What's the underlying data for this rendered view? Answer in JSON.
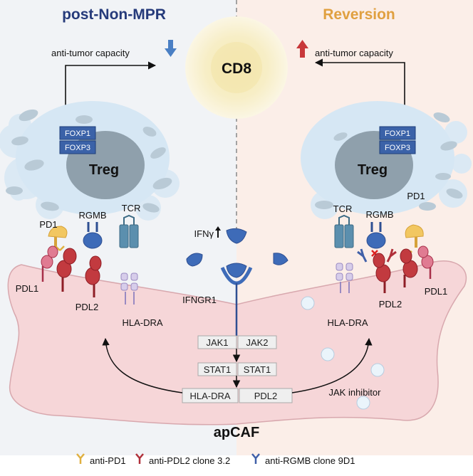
{
  "left_panel": {
    "title": "post-Non-MPR",
    "capacity_label": "anti-tumor capacity",
    "treg_label": "Treg",
    "foxp1": "FOXP1",
    "foxp3": "FOXP3",
    "pd1": "PD1",
    "rgmb": "RGMB",
    "tcr": "TCR",
    "pdl1": "PDL1",
    "pdl2": "PDL2",
    "hla_dra": "HLA-DRA"
  },
  "right_panel": {
    "title": "Reversion",
    "capacity_label": "anti-tumor capacity",
    "treg_label": "Treg",
    "foxp1": "FOXP1",
    "foxp3": "FOXP3",
    "pd1": "PD1",
    "rgmb": "RGMB",
    "tcr": "TCR",
    "pdl1": "PDL1",
    "pdl2": "PDL2",
    "hla_dra": "HLA-DRA",
    "inhibitor": "JAK inhibitor"
  },
  "center": {
    "cd8": "CD8",
    "ifng": "IFNγ",
    "ifngr1": "IFNGR1",
    "jak1": "JAK1",
    "jak2": "JAK2",
    "stat1_a": "STAT1",
    "stat1_b": "STAT1",
    "out_hla": "HLA-DRA",
    "out_pdl2": "PDL2",
    "apcaf": "apCAF"
  },
  "legend": [
    {
      "label": "anti-PD1",
      "color": "#e0b040"
    },
    {
      "label": "anti-PDL2 clone 3.2",
      "color": "#b0303a"
    },
    {
      "label": "anti-RGMB clone 9D1",
      "color": "#4060a8"
    }
  ],
  "colors": {
    "left_title": "#253a7a",
    "right_title": "#e0a040",
    "left_bg": "#f1f3f6",
    "right_bg": "#fbeee8",
    "caf_fill": "#f6d6d8",
    "down_arrow": "#4a7fc4",
    "up_arrow": "#c8383a"
  }
}
